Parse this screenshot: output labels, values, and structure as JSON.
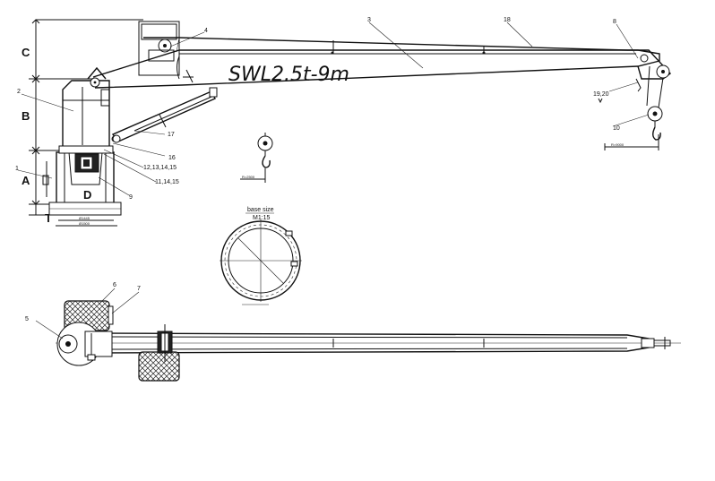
{
  "drawing": {
    "swl_label": "SWL2.5t-9m",
    "dim_letters": {
      "c": "C",
      "b": "B",
      "a": "A",
      "d": "D",
      "t": "T"
    },
    "part_numbers": {
      "p1": "1",
      "p2": "2",
      "p3": "3",
      "p4": "4",
      "p5": "5",
      "p6": "6",
      "p7": "7",
      "p8": "8",
      "p9": "9",
      "p10": "10",
      "p11": "11,14,15",
      "p12": "12,13,14,15",
      "p16": "16",
      "p17": "17",
      "p18": "18",
      "p19": "19,20"
    },
    "dims": {
      "radius_9000": "R=9000",
      "radius_2500": "R=2500",
      "base_d1": "Ø1445",
      "base_d2": "Ø1500"
    },
    "base_size_title": "base size",
    "base_size_scale": "M1:15"
  }
}
